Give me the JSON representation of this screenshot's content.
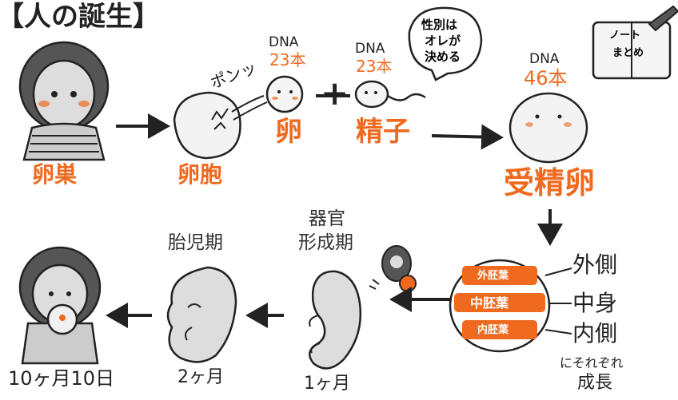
{
  "title": "【人の誕生】",
  "note_badge": {
    "line1": "ノート",
    "line2": "まとめ"
  },
  "stages": {
    "ovary": "卵巣",
    "follicle": "卵胞",
    "egg": "卵",
    "sperm": "精子",
    "zygote": "受精卵",
    "organogenesis_l1": "器官",
    "organogenesis_l2": "形成期",
    "fetal": "胎児期"
  },
  "sfx_pop": "ポンッ",
  "plus": "+",
  "egg_dna": {
    "label": "DNA",
    "count": "23本"
  },
  "sperm_dna": {
    "label": "DNA",
    "count": "23本"
  },
  "zygote_dna": {
    "label": "DNA",
    "count": "46本"
  },
  "speech_bubble": {
    "line1": "性別は",
    "line2": "オレが",
    "line3": "決める"
  },
  "germ_layers": [
    {
      "name": "外胚葉",
      "position": "外側"
    },
    {
      "name": "中胚葉",
      "position": "中身"
    },
    {
      "name": "内胚葉",
      "position": "内側"
    }
  ],
  "growth_note": {
    "line1": "にそれぞれ",
    "line2": "成長"
  },
  "timeline": {
    "month1": "1ヶ月",
    "month2": "2ヶ月",
    "birth": "10ヶ月10日"
  },
  "colors": {
    "accent": "#ef6a1f",
    "ink": "#222222",
    "shade": "#d9d9d9"
  }
}
